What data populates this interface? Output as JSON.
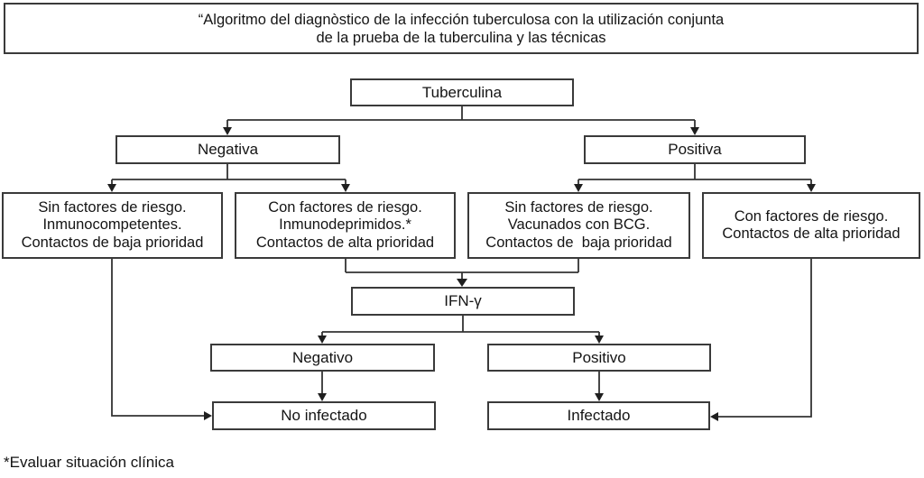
{
  "diagram": {
    "title": {
      "line1": "“Algoritmo del diagnòstico de la infección tuberculosa con la utilización conjunta",
      "line2": "de la prueba de la tuberculina y las técnicas"
    },
    "nodes": {
      "tuberculina": {
        "label": "Tuberculina"
      },
      "negativa": {
        "label": "Negativa"
      },
      "positiva": {
        "label": "Positiva"
      },
      "neg_sin_riesgo": {
        "lines": [
          "Sin factores de riesgo.",
          "Inmunocompetentes.",
          "Contactos de baja prioridad"
        ]
      },
      "neg_con_riesgo": {
        "lines": [
          "Con factores de riesgo.",
          "Inmunodeprimidos.*",
          "Contactos de alta prioridad"
        ]
      },
      "pos_sin_riesgo": {
        "lines": [
          "Sin factores de riesgo.",
          "Vacunados con BCG.",
          "Contactos de  baja prioridad"
        ]
      },
      "pos_con_riesgo": {
        "lines": [
          "Con factores de riesgo.",
          "Contactos de alta prioridad"
        ]
      },
      "ifn_gamma": {
        "label": "IFN-γ"
      },
      "negativo": {
        "label": "Negativo"
      },
      "positivo": {
        "label": "Positivo"
      },
      "no_infectado": {
        "label": "No infectado"
      },
      "infectado": {
        "label": "Infectado"
      }
    },
    "footnote": "*Evaluar situación clínica",
    "colors": {
      "line": "#333333",
      "border": "#3a3a3a",
      "text": "#141414",
      "background": "#ffffff"
    }
  }
}
